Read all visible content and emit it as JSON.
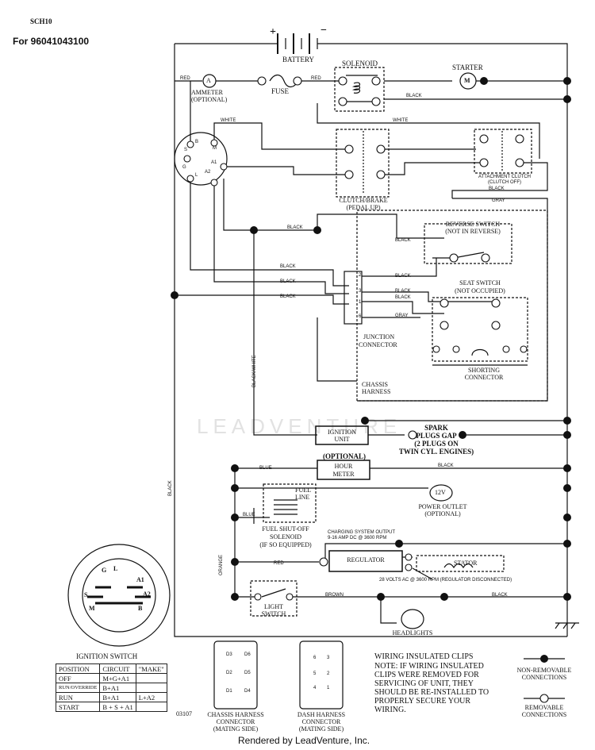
{
  "header": {
    "code": "SCH10",
    "model": "For 96041043100"
  },
  "components": {
    "battery": "BATTERY",
    "battery_plus": "+",
    "battery_minus": "−",
    "solenoid": "SOLENOID",
    "starter": "STARTER",
    "starter_symbol": "M",
    "ammeter_symbol": "A",
    "ammeter": "AMMETER",
    "ammeter_opt": "(OPTIONAL)",
    "fuse": "FUSE",
    "clutch_brake": "CLUTCH/BRAKE",
    "clutch_brake_state": "(PEDAL UP)",
    "attachment_clutch": "ATTACHMENT CLUTCH",
    "attachment_clutch_state": "(CLUTCH OFF)",
    "reverse_switch": "REVERSE SWITCH",
    "reverse_switch_state": "(NOT IN REVERSE)",
    "seat_switch": "SEAT SWITCH",
    "seat_switch_state": "(NOT OCCUPIED)",
    "junction": "JUNCTION",
    "junction2": "CONNECTOR",
    "shorting": "SHORTING",
    "shorting2": "CONNECTOR",
    "chassis": "CHASSIS",
    "chassis2": "HARNESS",
    "ignition_unit": "IGNITION",
    "ignition_unit2": "UNIT",
    "spark1": "SPARK",
    "spark2": "PLUGS GAP",
    "spark3": "(2 PLUGS ON",
    "spark4": "TWIN CYL. ENGINES)",
    "optional": "(OPTIONAL)",
    "hour_meter": "HOUR",
    "hour_meter2": "METER",
    "fuel_line": "FUEL",
    "fuel_line2": "LINE",
    "power_outlet_symbol": "12V",
    "power_outlet": "POWER OUTLET",
    "power_outlet_opt": "(OPTIONAL)",
    "fuel_shutoff1": "FUEL SHUT-OFF",
    "fuel_shutoff2": "SOLENOID",
    "fuel_shutoff3": "(IF SO EQUIPPED)",
    "charging1": "CHARGING SYSTEM OUTPUT",
    "charging2": "9-16 AMP DC @ 3600 RPM",
    "regulator": "REGULATOR",
    "stator": "STATOR",
    "volts": "28 VOLTS AC @ 3600 RPM (REGULATOR DISCONNECTED)",
    "light_switch": "LIGHT",
    "light_switch2": "SWITCH",
    "headlights": "HEADLIGHTS"
  },
  "wires": {
    "red": "RED",
    "black": "BLACK",
    "white": "WHITE",
    "gray": "GRAY",
    "blue": "BLUE",
    "orange": "ORANGE",
    "brown": "BROWN",
    "black_white": "BLACK/WHITE"
  },
  "terminals": {
    "s": "S",
    "m": "M",
    "b": "B",
    "a1": "A1",
    "a2": "A2",
    "g": "G",
    "l": "L",
    "j2": "2",
    "j3": "3",
    "j1": "1",
    "j6": "6"
  },
  "ignition_switch": {
    "title": "IGNITION SWITCH",
    "headers": [
      "POSITION",
      "CIRCUIT",
      "\"MAKE\""
    ],
    "rows": [
      [
        "OFF",
        "M+G+A1",
        ""
      ],
      [
        "RUN/OVERRIDE",
        "B+A1",
        ""
      ],
      [
        "RUN",
        "B+A1",
        "L+A2"
      ],
      [
        "START",
        "B + S + A1",
        ""
      ]
    ],
    "face": {
      "g": "G",
      "l": "L",
      "a1": "A1",
      "s": "S",
      "a2": "A2",
      "m": "M",
      "b": "B"
    }
  },
  "part_number": "03107",
  "connectors": {
    "chassis1": "CHASSIS HARNESS",
    "chassis2": "CONNECTOR",
    "chassis3": "(MATING SIDE)",
    "dash1": "DASH HARNESS",
    "dash2": "CONNECTOR",
    "dash3": "(MATING SIDE)",
    "chassis_pins": [
      "D3",
      "D6",
      "D2",
      "D5",
      "D1",
      "D4"
    ],
    "dash_pins": [
      "6",
      "3",
      "5",
      "2",
      "4",
      "1"
    ]
  },
  "notes": {
    "n1": "WIRING INSULATED CLIPS",
    "n2": "NOTE: IF WIRING INSULATED",
    "n3": "CLIPS WERE REMOVED FOR",
    "n4": "SERVICING OF UNIT, THEY",
    "n5": "SHOULD BE RE-INSTALLED TO",
    "n6": "PROPERLY SECURE YOUR",
    "n7": "WIRING."
  },
  "legend": {
    "nonremovable1": "NON-REMOVABLE",
    "nonremovable2": "CONNECTIONS",
    "removable1": "REMOVABLE",
    "removable2": "CONNECTIONS"
  },
  "watermark": "LEADVENTURE",
  "footer": "Rendered by LeadVenture, Inc."
}
